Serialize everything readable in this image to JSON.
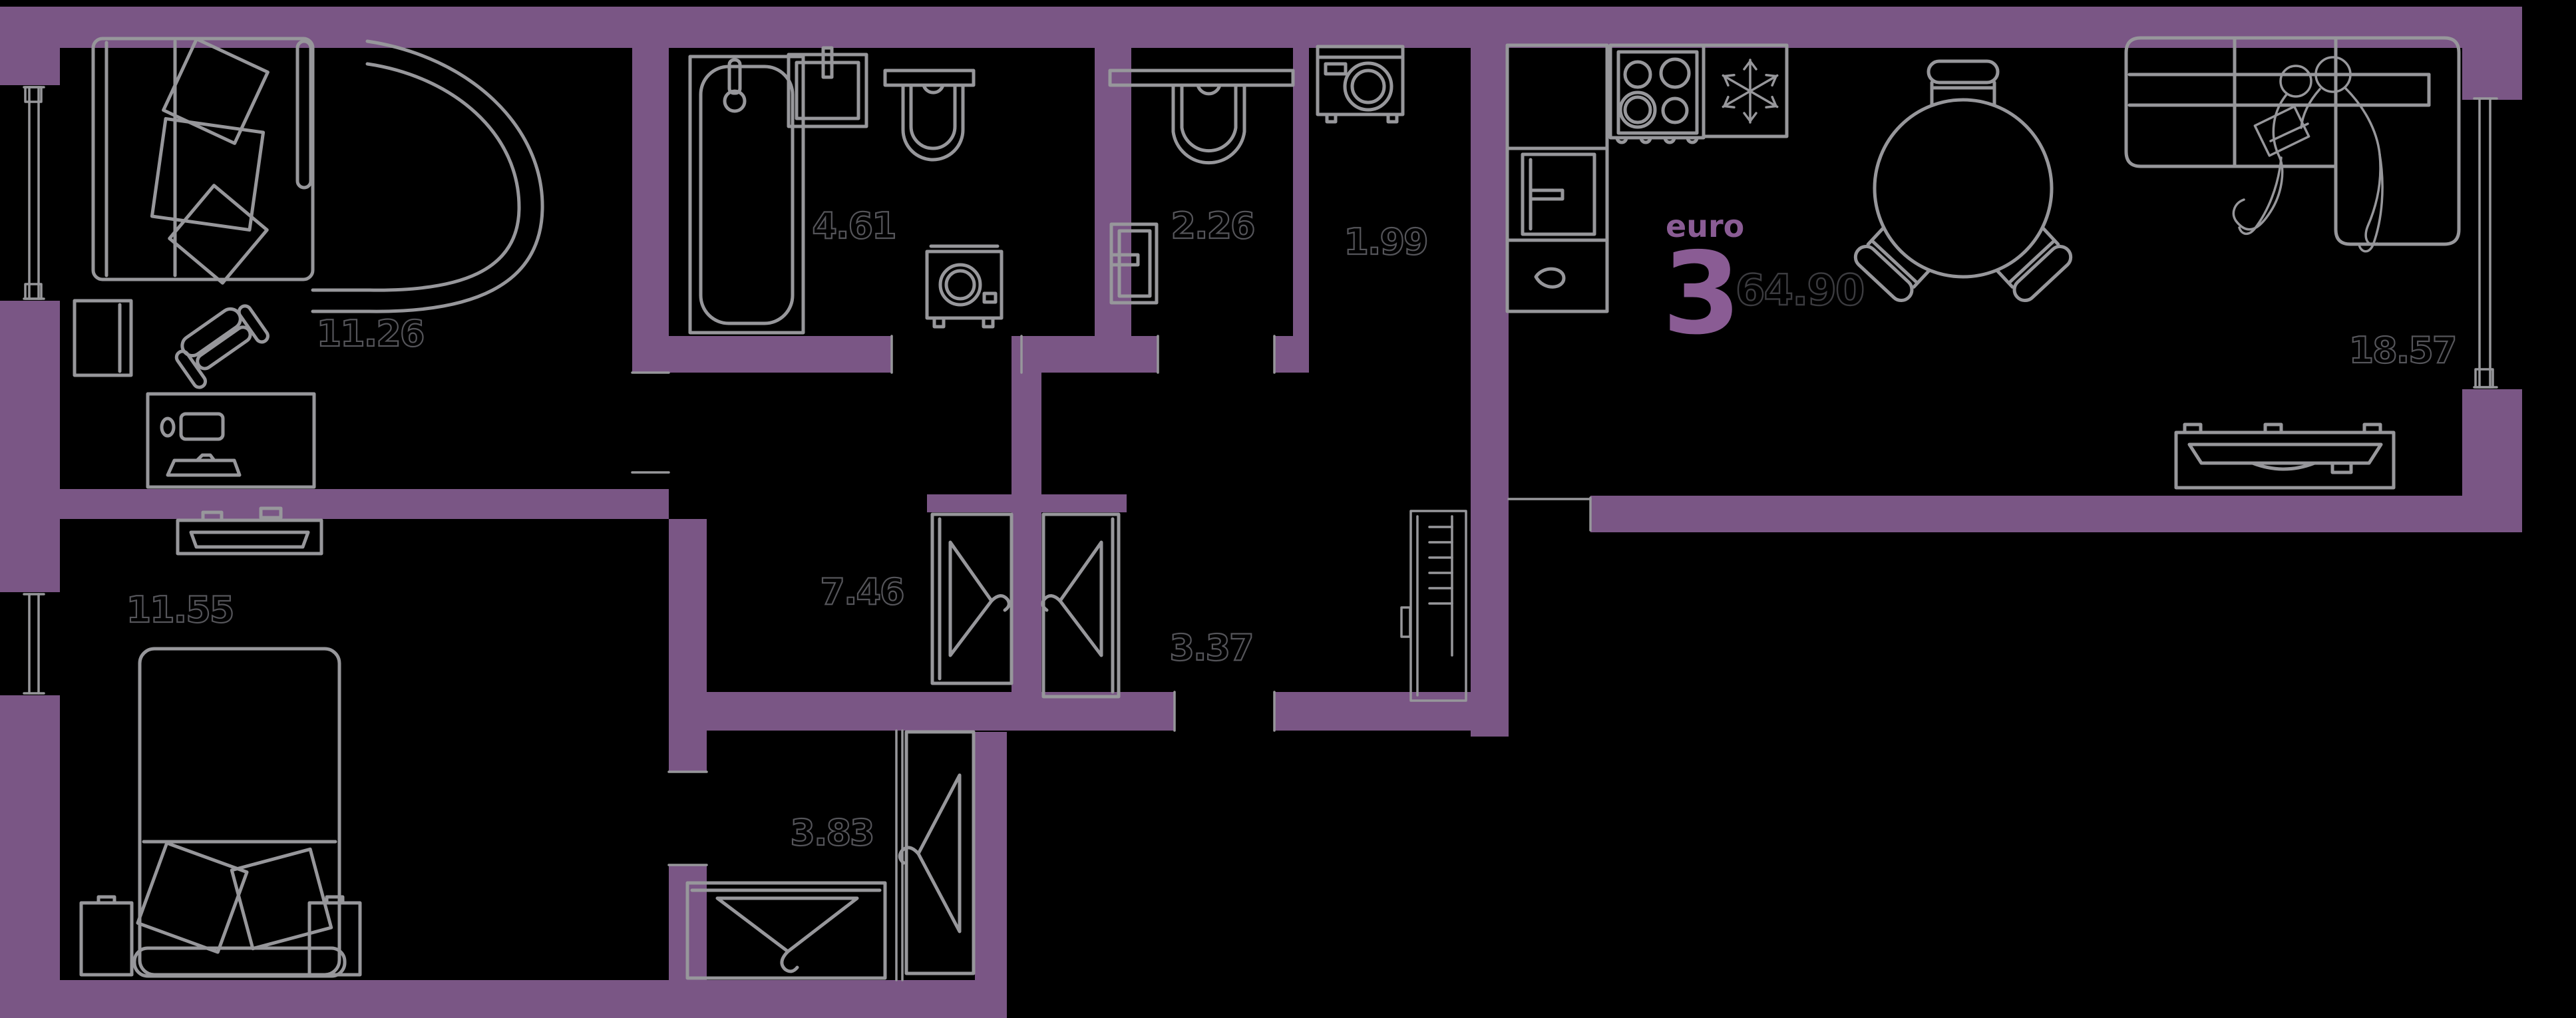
{
  "plan": {
    "title": {
      "type_label": "euro",
      "rooms_count": "3",
      "total_area": "64.90"
    },
    "colors": {
      "wall": "#7a5685",
      "accent": "#8a5c94",
      "line": "#97979b",
      "label": "#55555a",
      "label_dark": "#3c3c40",
      "background": "#000000"
    },
    "rooms": [
      {
        "id": "study-bedroom-top",
        "area": "11.26",
        "furniture": [
          "double-bed",
          "pillows",
          "curved-lounge",
          "nightstand",
          "desk",
          "monitor",
          "keyboard",
          "mouse",
          "office-chair"
        ]
      },
      {
        "id": "bathroom",
        "area": "4.61",
        "furniture": [
          "bathtub",
          "washbasin",
          "toilet",
          "washing-machine"
        ]
      },
      {
        "id": "wc",
        "area": "2.26",
        "furniture": [
          "toilet",
          "utility-cabinet"
        ]
      },
      {
        "id": "laundry-niche",
        "area": "1.99",
        "furniture": [
          "washing-machine",
          "shelf-unit"
        ]
      },
      {
        "id": "kitchen-living-room",
        "area": "18.57",
        "furniture": [
          "kitchen-counter",
          "refrigerator",
          "sink",
          "stove",
          "freezer",
          "round-table",
          "chairs",
          "corner-sofa",
          "two-people",
          "tv-console"
        ]
      },
      {
        "id": "bedroom-bottom",
        "area": "11.55",
        "furniture": [
          "tv-console",
          "double-bed",
          "pillows",
          "nightstand",
          "nightstand"
        ]
      },
      {
        "id": "corridor",
        "area": "7.46",
        "furniture": [
          "wardrobe"
        ]
      },
      {
        "id": "hallway",
        "area": "3.37",
        "furniture": [
          "wardrobe",
          "wardrobe"
        ]
      },
      {
        "id": "walk-in-closet",
        "area": "3.83",
        "furniture": [
          "wardrobe"
        ]
      }
    ]
  }
}
